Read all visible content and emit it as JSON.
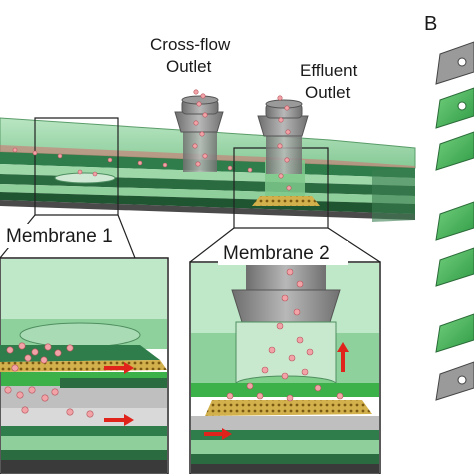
{
  "figure": {
    "labels": {
      "crossflow_line1": "Cross-flow",
      "crossflow_line2": "Outlet",
      "effluent_line1": "Effluent",
      "effluent_line2": "Outlet",
      "membrane1": "Membrane 1",
      "membrane2": "Membrane 2",
      "panel_b": "B"
    },
    "colors": {
      "layer_light_green": "#9ed8a8",
      "layer_dark_green": "#2e7d4a",
      "layer_bright_green": "#3cb14a",
      "outlet_gray": "#8c8c8c",
      "particle_pink": "#f2a3a8",
      "membrane_gold": "#c9a640",
      "arrow_red": "#e0241c"
    }
  }
}
